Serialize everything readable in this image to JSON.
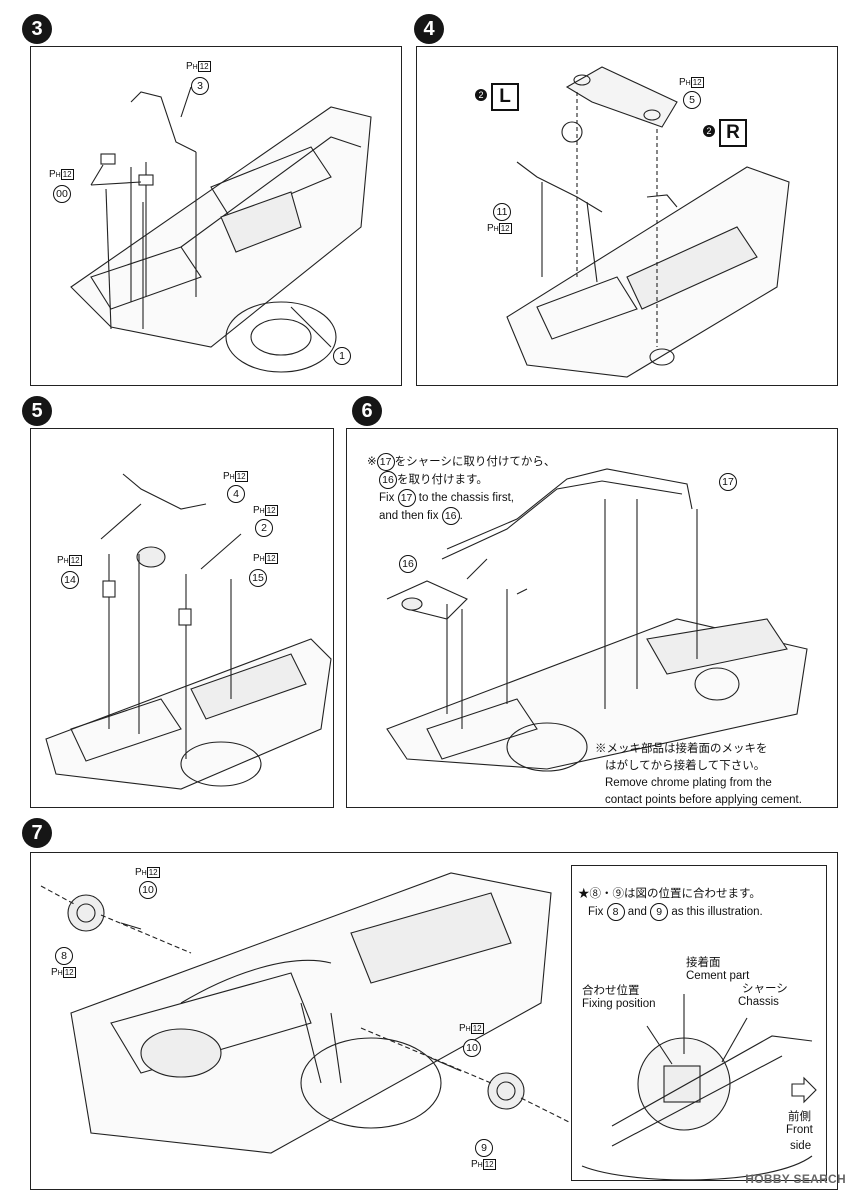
{
  "steps": {
    "s3": {
      "num": "3",
      "labels": {
        "part3": "3",
        "part00": "00",
        "part1": "1"
      },
      "ph": "P",
      "phsub": "H",
      "phnum": "12"
    },
    "s4": {
      "num": "4",
      "labels": {
        "part5": "5",
        "part11": "11",
        "sideL": "L",
        "sideR": "R",
        "marker": "2"
      }
    },
    "s5": {
      "num": "5",
      "labels": {
        "part4": "4",
        "part2": "2",
        "part14": "14",
        "part15": "15"
      }
    },
    "s6": {
      "num": "6",
      "note_jp_a": "をシャーシに取り付けてから、",
      "note_jp_b": "を取り付けます。",
      "note_en_a": "Fix",
      "note_en_a2": "to the chassis first,",
      "note_en_b": "and then fix",
      "note_en_b2": ".",
      "ref17": "17",
      "ref16": "16",
      "chrome_jp_1": "※メッキ部品は接着面のメッキを",
      "chrome_jp_2": "はがしてから接着して下さい。",
      "chrome_en_1": "Remove chrome plating from the",
      "chrome_en_2": "contact points before applying cement.",
      "note_mark": "※"
    },
    "s7": {
      "num": "7",
      "labels": {
        "part10": "10",
        "part8": "8",
        "part9": "9"
      },
      "inset": {
        "star_jp": "★⑧・⑨は図の位置に合わせます。",
        "fix_a": "Fix",
        "fix_b": "and",
        "fix_c": "as this illustration.",
        "ref8": "8",
        "ref9": "9",
        "cement_jp": "接着面",
        "cement_en": "Cement part",
        "fixpos_jp": "合わせ位置",
        "fixpos_en": "Fixing position",
        "chassis_jp": "シャーシ",
        "chassis_en": "Chassis",
        "front_jp": "前側",
        "front_en_1": "Front",
        "front_en_2": "side"
      }
    }
  },
  "watermark": "HOBBY SEARCH"
}
